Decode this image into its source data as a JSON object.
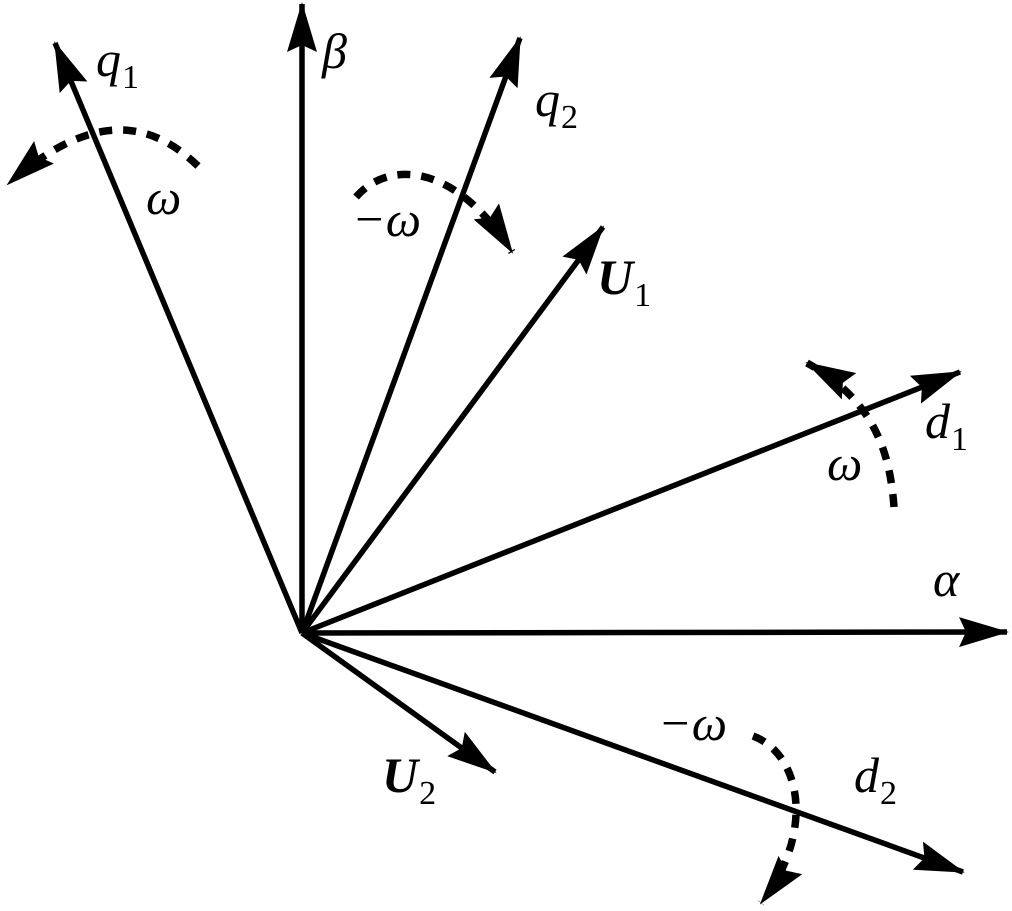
{
  "colors": {
    "ink": "#000000",
    "background": "#ffffff"
  },
  "labels": {
    "q1": {
      "base": "q",
      "sub": "1"
    },
    "beta": {
      "base": "β",
      "sub": ""
    },
    "q2": {
      "base": "q",
      "sub": "2"
    },
    "u1": {
      "base": "U",
      "sub": "1"
    },
    "d1": {
      "base": "d",
      "sub": "1"
    },
    "alpha": {
      "base": "α",
      "sub": ""
    },
    "u2": {
      "base": "U",
      "sub": "2"
    },
    "d2": {
      "base": "d",
      "sub": "2"
    },
    "omega_q1": {
      "text": "ω"
    },
    "neg_omega_q2": {
      "text": "−ω"
    },
    "omega_d1": {
      "text": "ω"
    },
    "neg_omega_d2": {
      "text": "−ω"
    }
  },
  "arrows": [
    {
      "label": "α",
      "type": "stationary-axis",
      "angle_deg": 0
    },
    {
      "label": "β",
      "type": "stationary-axis",
      "angle_deg": 90
    },
    {
      "label": "d1",
      "type": "rotating-frame-axis",
      "angle_deg": 22,
      "rotation_label": "ω",
      "rotation_direction": "counterclockwise"
    },
    {
      "label": "q1",
      "type": "rotating-frame-axis",
      "angle_deg": 113,
      "rotation_label": "ω",
      "rotation_direction": "counterclockwise"
    },
    {
      "label": "d2",
      "type": "rotating-frame-axis",
      "angle_deg": -20,
      "rotation_label": "−ω",
      "rotation_direction": "clockwise"
    },
    {
      "label": "q2",
      "type": "rotating-frame-axis",
      "angle_deg": 70,
      "rotation_label": "−ω",
      "rotation_direction": "clockwise"
    },
    {
      "label": "U1",
      "type": "vector",
      "angle_deg": 53
    },
    {
      "label": "U2",
      "type": "vector",
      "angle_deg": -36
    }
  ]
}
